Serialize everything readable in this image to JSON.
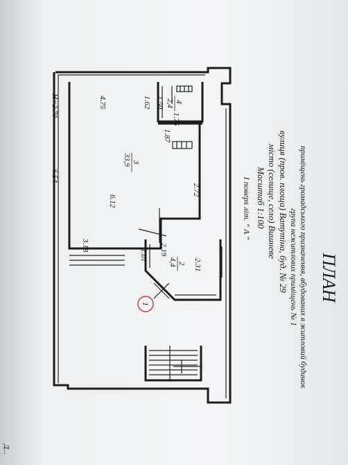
{
  "title": "ПЛАН",
  "subtitle_line1": "приміщень громадського призначення, вбудованих в житловий будинок",
  "subtitle_line2": "група нежитлових приміщень № 1",
  "address_street": "вулиця (пров. площа) Ватутіна, буд. № 29",
  "address_city": "місто (селище, село) Вишневе",
  "scale": "Масштаб 1:100",
  "floor": "I поверх літ. \" A \"",
  "rooms": {
    "room4_num": "4",
    "room4_area": "2,4",
    "room3_num": "3",
    "room3_area": "33,9",
    "room2_num": "2",
    "room2_area": "4,4",
    "group_number": "1"
  },
  "dimensions": {
    "d475": "4.75",
    "d150": "1.50",
    "d162": "1.62",
    "d175": "1.75",
    "d187": "1.87",
    "h270": "H=2.70",
    "d654": "6.54",
    "d612": "6.12",
    "d272": "2.72",
    "d318": "3.18",
    "d219": "2.19",
    "d231": "2.31",
    "d101": "1.01"
  },
  "margin_note": "Д..."
}
